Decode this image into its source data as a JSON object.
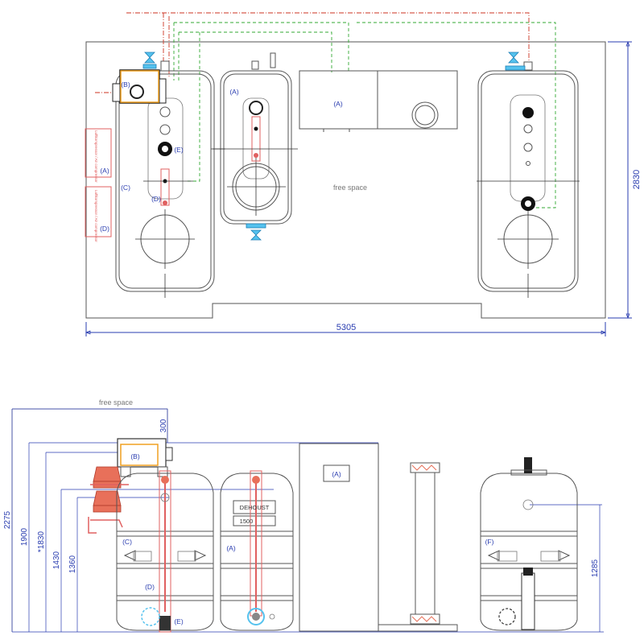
{
  "top_view": {
    "free_space_label": "free space",
    "dimension_width": "5305",
    "dimension_height": "2830",
    "labels": {
      "a_inner": "(A)",
      "a_box": "(A)",
      "a_side": "(A)",
      "b": "(B)",
      "c": "(C)",
      "d_side": "(D)",
      "d_inner": "(D)",
      "e": "(E)"
    },
    "side_box_text_1": "Luftkompressor / Air compressor",
    "side_box_text_2": "Luftkompressor / Air compressor"
  },
  "side_view": {
    "free_space_label": "free space",
    "dim_300": "300",
    "dim_2275": "2275",
    "dim_1900": "1900",
    "dim_1830": "*1830",
    "dim_1430": "1430",
    "dim_1360": "1360",
    "dim_1285": "1285",
    "tank_brand": "DEHOUST",
    "tank_volume": "1500",
    "labels": {
      "a_box": "(A)",
      "a_tank": "(A)",
      "b": "(B)",
      "c": "(C)",
      "d": "(D)",
      "e": "(E)",
      "f": "(F)"
    }
  },
  "colors": {
    "dimension": "#2a3db0",
    "air_line": "#33aa33",
    "water_line": "#cc3322",
    "valve": "#55c2ee",
    "compressor": "#e8705a"
  }
}
